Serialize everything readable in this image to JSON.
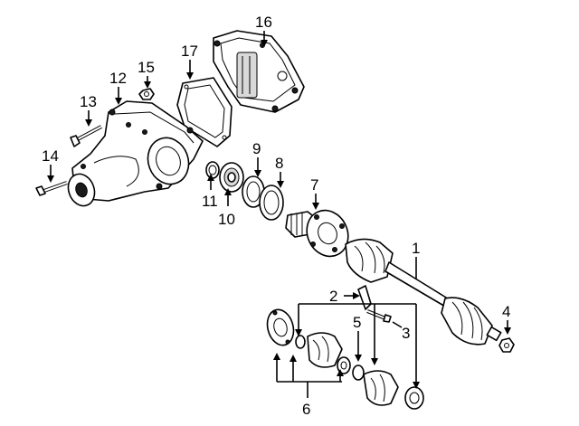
{
  "callouts": {
    "c1": "1",
    "c2": "2",
    "c3": "3",
    "c4": "4",
    "c5": "5",
    "c6": "6",
    "c7": "7",
    "c8": "8",
    "c9": "9",
    "c10": "10",
    "c11": "11",
    "c12": "12",
    "c13": "13",
    "c14": "14",
    "c15": "15",
    "c16": "16",
    "c17": "17"
  },
  "colors": {
    "line": "#000000",
    "background": "#ffffff",
    "shade": "#d9d9d9"
  }
}
